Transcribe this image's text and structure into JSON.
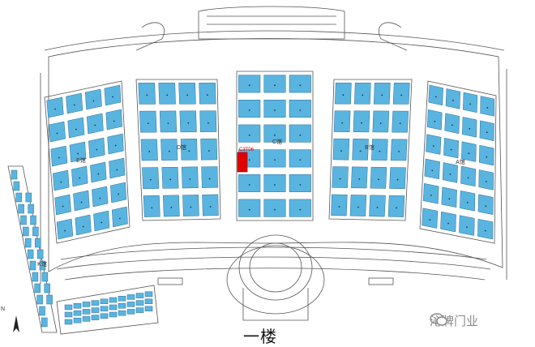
{
  "floor_title": "一楼",
  "watermark_text": "沁牌门业",
  "highlight_booth": "C3T06",
  "colors": {
    "booth": "#5ab4e0",
    "booth_border": "#2d6f9a",
    "highlight": "#e00000",
    "line": "#555555"
  },
  "halls": [
    {
      "id": "E",
      "label": "E馆"
    },
    {
      "id": "D",
      "label": "D馆"
    },
    {
      "id": "C",
      "label": "C馆"
    },
    {
      "id": "B",
      "label": "B馆"
    },
    {
      "id": "A",
      "label": "A馆"
    },
    {
      "id": "K",
      "label": "K馆"
    }
  ]
}
